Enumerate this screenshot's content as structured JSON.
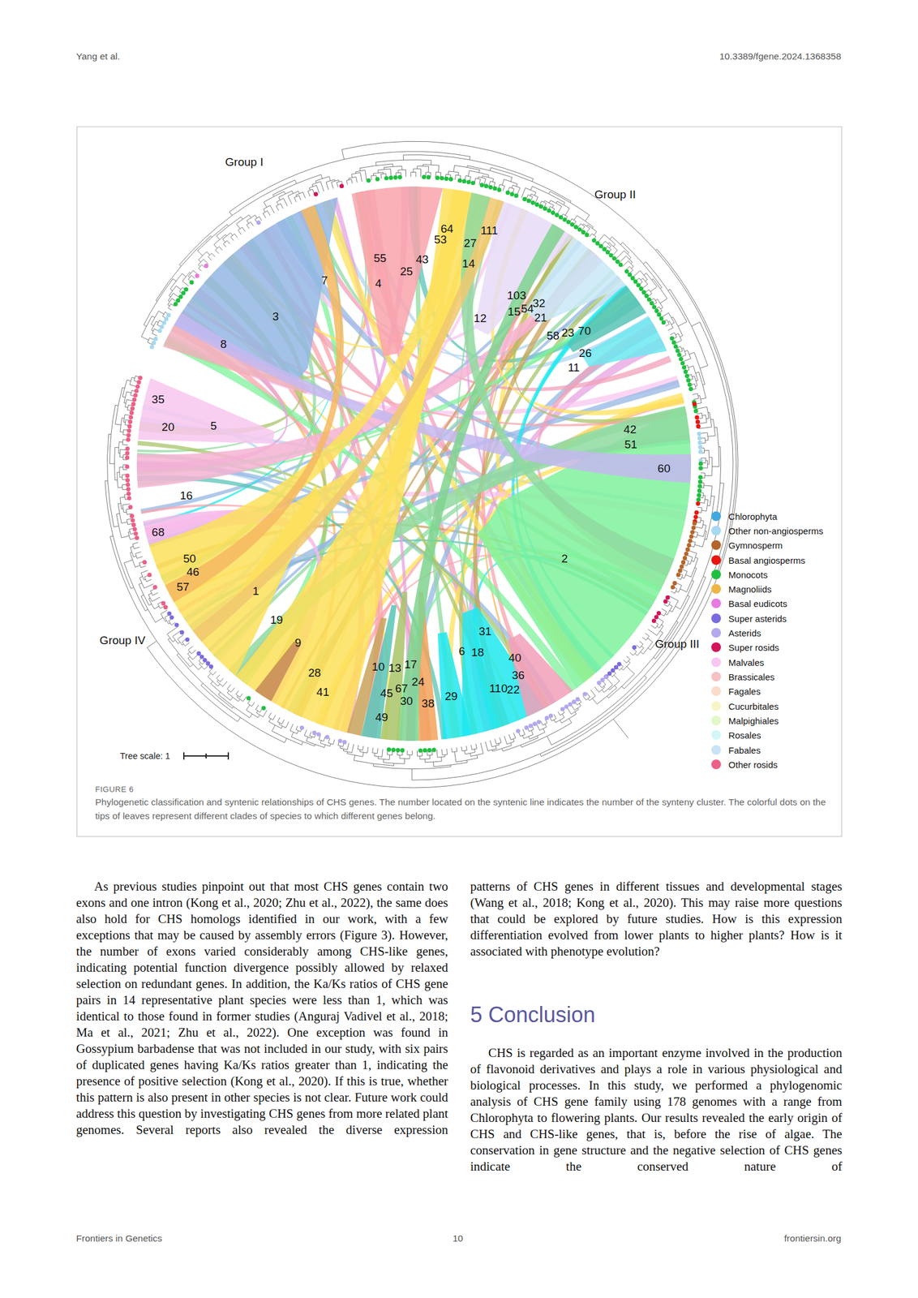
{
  "diagram": {
    "caption": "Phylogenetic classification and syntenic relationships of CHS genes. The number located on the syntenic line indicates the number of the synteny cluster. The colorful dots on the tips of leaves represent different clades of species to which different genes belong.",
    "labels": [
      "Yang et al.",
      "10.3389/fgene.2024.1368358",
      "Group I",
      "Group II",
      "Group III",
      "Group IV",
      "64",
      "53",
      "111",
      "27",
      "55",
      "43",
      "14",
      "25",
      "7",
      "4",
      "103",
      "32",
      "54",
      "15",
      "21",
      "3",
      "12",
      "70",
      "23",
      "58",
      "8",
      "26",
      "11",
      "35",
      "20",
      "5",
      "42",
      "51",
      "60",
      "16",
      "68",
      "2",
      "50",
      "46",
      "57",
      "1",
      "19",
      "31",
      "9",
      "6",
      "18",
      "40",
      "17",
      "10",
      "13",
      "28",
      "36",
      "24",
      "67",
      "110",
      "22",
      "41",
      "45",
      "29",
      "30",
      "38",
      "49",
      "Tree scale: 1",
      "FIGURE 6",
      "As previous studies pinpoint out that most CHS genes contain two exons and one intron (Kong et al., 2020; Zhu et al., 2022), the same does also hold for CHS homologs identified in our work, with a few exceptions that may be caused by assembly errors (Figure 3). However, the number of exons varied considerably among CHS-like genes, indicating potential function divergence possibly allowed by relaxed selection on redundant genes. In addition, the Ka/Ks ratios of CHS gene pairs in 14 representative plant species were less than 1, which was identical to those found in former studies (Anguraj Vadivel et al., 2018; Ma et al., 2021; Zhu et al., 2022). One exception was found in Gossypium barbadense that was not included in our study, with six pairs of duplicated genes having Ka/Ks ratios greater than 1, indicating the presence of positive selection (Kong et al., 2020). If this is true, whether this pattern is also present in other species is not clear. Future work could address this question by investigating CHS genes from more related plant genomes. Several reports also revealed the diverse expression",
      "patterns of CHS genes in different tissues and developmental stages (Wang et al., 2018; Kong et al., 2020). This may raise more questions that could be explored by future studies. How is this expression differentiation evolved from lower plants to higher plants? How is it associated with phenotype evolution?",
      "5 Conclusion",
      "CHS is regarded as an important enzyme involved in the production of flavonoid derivatives and plays a role in various physiological and biological processes. In this study, we performed a phylogenomic analysis of CHS gene family using 178 genomes with a range from Chlorophyta to flowering plants. Our results revealed the early origin of CHS and CHS-like genes, that is, before the rise of algae. The conservation in gene structure and the negative selection of CHS genes indicate the conserved nature of",
      "Frontiers in Genetics",
      "10",
      "frontiersin.org"
    ],
    "legend": [
      {
        "text": "Chlorophyta",
        "color": "#3fa9e0"
      },
      {
        "text": "Other non-angiosperms",
        "color": "#a6d8ef"
      },
      {
        "text": "Gymnosperm",
        "color": "#b5652a"
      },
      {
        "text": "Basal angiosperms",
        "color": "#e8160f"
      },
      {
        "text": "Monocots",
        "color": "#1fbf3f"
      },
      {
        "text": "Magnoliids",
        "color": "#f0b545"
      },
      {
        "text": "Basal eudicots",
        "color": "#e879e0"
      },
      {
        "text": "Super asterids",
        "color": "#7b6be0"
      },
      {
        "text": "Asterids",
        "color": "#b3a7ef"
      },
      {
        "text": "Super rosids",
        "color": "#d4145a"
      },
      {
        "text": "Malvales",
        "color": "#f8c6f3"
      },
      {
        "text": "Brassicales",
        "color": "#f6c1c3"
      },
      {
        "text": "Fagales",
        "color": "#fbdccb"
      },
      {
        "text": "Cucurbitales",
        "color": "#f7f5c7"
      },
      {
        "text": "Malpighiales",
        "color": "#e1f9c8"
      },
      {
        "text": "Rosales",
        "color": "#d2f7f9"
      },
      {
        "text": "Fabales",
        "color": "#c9e2f6"
      },
      {
        "text": "Other rosids",
        "color": "#ec5f86"
      }
    ]
  }
}
